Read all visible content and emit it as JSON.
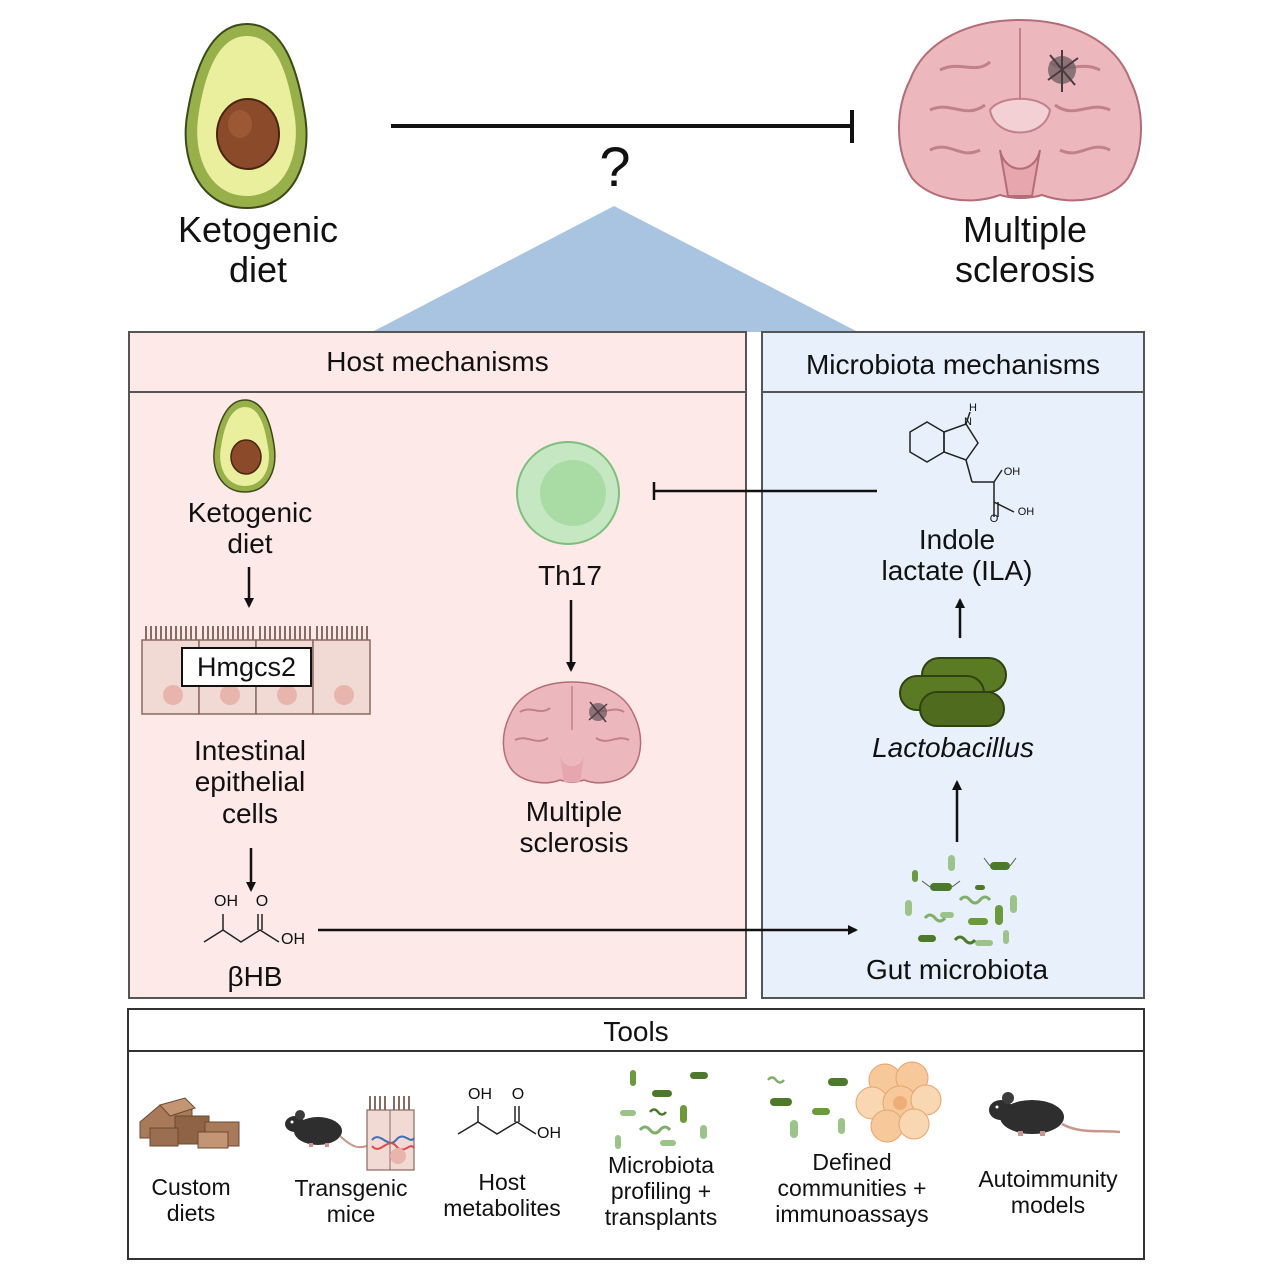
{
  "top": {
    "diet_label": "Ketogenic\ndiet",
    "disease_label": "Multiple\nsclerosis",
    "question": "?"
  },
  "host": {
    "title": "Host mechanisms",
    "diet_label": "Ketogenic\ndiet",
    "gene": "Hmgcs2",
    "cells_label": "Intestinal\nepithelial\ncells",
    "metabolite_label": "βHB",
    "metabolite_oh": "OH",
    "metabolite_o": "O",
    "metabolite_oh2": "OH",
    "th17_label": "Th17",
    "ms_label": "Multiple\nsclerosis"
  },
  "microbiota": {
    "title": "Microbiota mechanisms",
    "ila_label": "Indole\nlactate (ILA)",
    "ila_h": "H",
    "ila_n": "N",
    "ila_oh": "OH",
    "ila_o": "O",
    "ila_oh2": "OH",
    "lacto_label": "Lactobacillus",
    "gut_label": "Gut microbiota"
  },
  "tools": {
    "title": "Tools",
    "items": [
      "Custom\ndiets",
      "Transgenic\nmice",
      "Host\nmetabolites",
      "Microbiota\nprofiling +\ntransplants",
      "Defined\ncommunities +\nimmunoassays",
      "Autoimmunity\nmodels"
    ],
    "metab_oh": "OH",
    "metab_o": "O",
    "metab_oh2": "OH"
  },
  "colors": {
    "host_bg": "#fde9e8",
    "micro_bg": "#e7f0fb",
    "triangle": "#a9c4e0",
    "avocado_skin": "#97b04a",
    "avocado_flesh": "#e9ef9c",
    "avocado_pit": "#8b4a2a",
    "brain": "#ecb7bd",
    "th17": "#c5e8c2",
    "bacteria": "#4d7a2a"
  }
}
